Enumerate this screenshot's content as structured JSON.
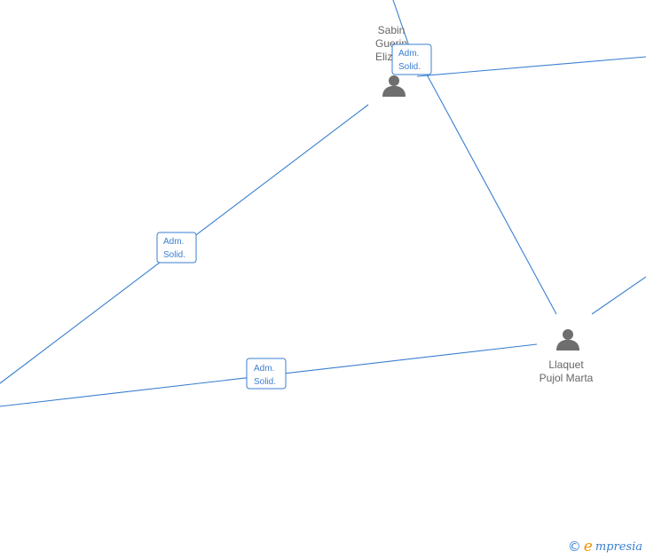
{
  "colors": {
    "edge": "#3a7fd0",
    "icon": "#6e6e6e",
    "label": "#666666",
    "brand_accent": "#f39200"
  },
  "nodes": [
    {
      "id": "sabin",
      "icon": "person-icon",
      "lines": [
        "Sabin",
        "Guerin",
        "Eliza..."
      ]
    },
    {
      "id": "llaquet",
      "icon": "person-icon",
      "lines": [
        "Llaquet",
        "Pujol Marta"
      ]
    }
  ],
  "edges": [
    {
      "from": "sabin",
      "to": "offscreen-left",
      "label": [
        "Adm.",
        "Solid."
      ]
    },
    {
      "from": "llaquet",
      "to": "offscreen-left",
      "label": [
        "Adm.",
        "Solid."
      ]
    },
    {
      "from": "sabin",
      "to": "offscreen-top",
      "label": [
        "Adm.",
        "Solid."
      ]
    }
  ],
  "watermark": {
    "copyright": "©",
    "brand_initial": "e",
    "brand_rest": "mpresia"
  }
}
